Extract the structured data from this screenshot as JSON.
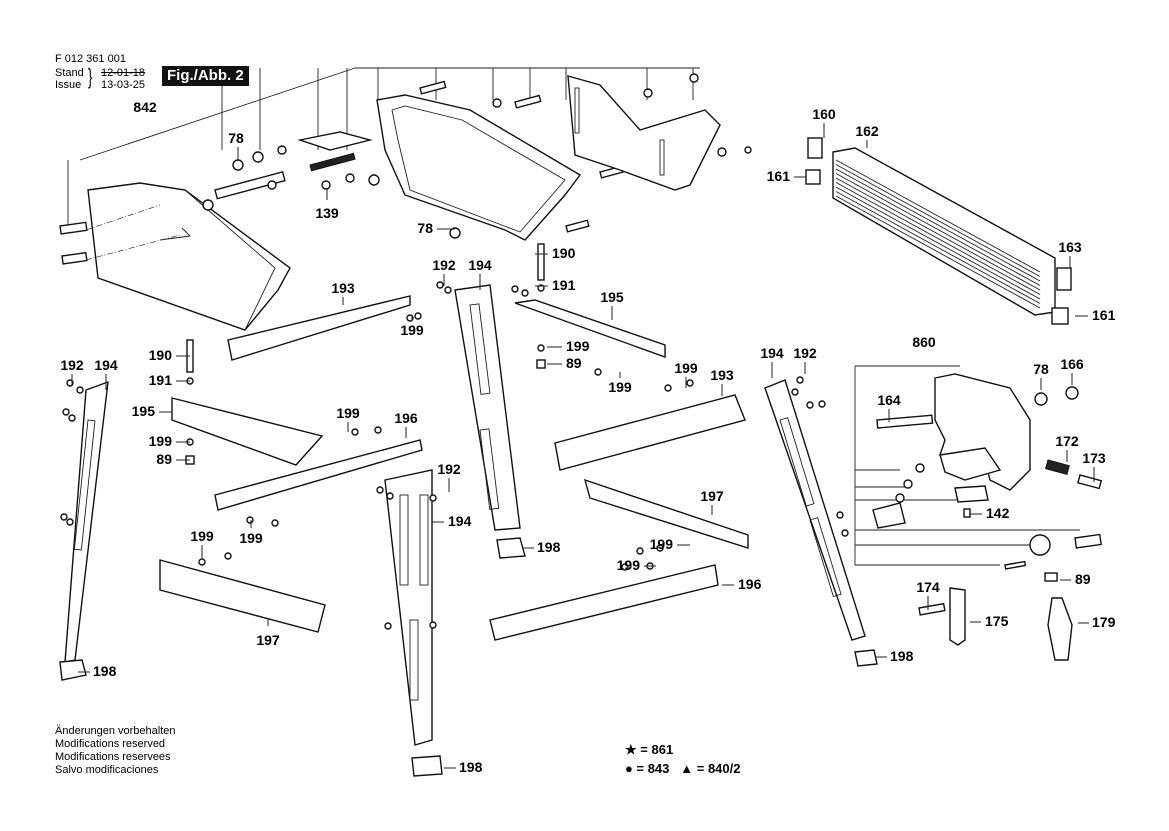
{
  "header": {
    "doc_number": "F 012 361 001",
    "stand_label": "Stand",
    "issue_label": "Issue",
    "brace": "}",
    "stand_date": "12-01-18",
    "issue_date": "13-03-25",
    "figure_label": "Fig./Abb. 2"
  },
  "notes": [
    "Änderungen vorbehalten",
    "Modifications reserved",
    "Modifications reservees",
    "Salvo modificaciones"
  ],
  "legend": {
    "star": {
      "symbol": "★",
      "text": "= 861"
    },
    "circle": {
      "symbol": "●",
      "text": "= 843"
    },
    "triangle": {
      "symbol": "▲",
      "text": "= 840/2"
    }
  },
  "callouts": [
    {
      "id": "842",
      "label": "842"
    },
    {
      "id": "78a",
      "label": "78"
    },
    {
      "id": "139",
      "label": "139"
    },
    {
      "id": "78b",
      "label": "78"
    },
    {
      "id": "190a",
      "label": "190"
    },
    {
      "id": "191a",
      "label": "191"
    },
    {
      "id": "192a",
      "label": "192"
    },
    {
      "id": "194a",
      "label": "194"
    },
    {
      "id": "195a",
      "label": "195"
    },
    {
      "id": "193a",
      "label": "193"
    },
    {
      "id": "199a",
      "label": "199"
    },
    {
      "id": "199b",
      "label": "199"
    },
    {
      "id": "89a",
      "label": "89"
    },
    {
      "id": "199c",
      "label": "199"
    },
    {
      "id": "199d",
      "label": "199"
    },
    {
      "id": "193b",
      "label": "193"
    },
    {
      "id": "190b",
      "label": "190"
    },
    {
      "id": "191b",
      "label": "191"
    },
    {
      "id": "192b",
      "label": "192"
    },
    {
      "id": "194b",
      "label": "194"
    },
    {
      "id": "195b",
      "label": "195"
    },
    {
      "id": "199e",
      "label": "199"
    },
    {
      "id": "89b",
      "label": "89"
    },
    {
      "id": "199f",
      "label": "199"
    },
    {
      "id": "196a",
      "label": "196"
    },
    {
      "id": "192c",
      "label": "192"
    },
    {
      "id": "194c",
      "label": "194"
    },
    {
      "id": "199g",
      "label": "199"
    },
    {
      "id": "199h",
      "label": "199"
    },
    {
      "id": "197a",
      "label": "197"
    },
    {
      "id": "198a",
      "label": "198"
    },
    {
      "id": "198b",
      "label": "198"
    },
    {
      "id": "198c",
      "label": "198"
    },
    {
      "id": "197b",
      "label": "197"
    },
    {
      "id": "199i",
      "label": "199"
    },
    {
      "id": "199j",
      "label": "199"
    },
    {
      "id": "196b",
      "label": "196"
    },
    {
      "id": "194d",
      "label": "194"
    },
    {
      "id": "192d",
      "label": "192"
    },
    {
      "id": "198d",
      "label": "198"
    },
    {
      "id": "160",
      "label": "160"
    },
    {
      "id": "162",
      "label": "162"
    },
    {
      "id": "161a",
      "label": "161"
    },
    {
      "id": "163",
      "label": "163"
    },
    {
      "id": "161b",
      "label": "161"
    },
    {
      "id": "860",
      "label": "860"
    },
    {
      "id": "78c",
      "label": "78"
    },
    {
      "id": "166",
      "label": "166"
    },
    {
      "id": "164",
      "label": "164"
    },
    {
      "id": "172",
      "label": "172"
    },
    {
      "id": "173",
      "label": "173"
    },
    {
      "id": "142",
      "label": "142"
    },
    {
      "id": "89c",
      "label": "89"
    },
    {
      "id": "174",
      "label": "174"
    },
    {
      "id": "175",
      "label": "175"
    },
    {
      "id": "179",
      "label": "179"
    }
  ]
}
